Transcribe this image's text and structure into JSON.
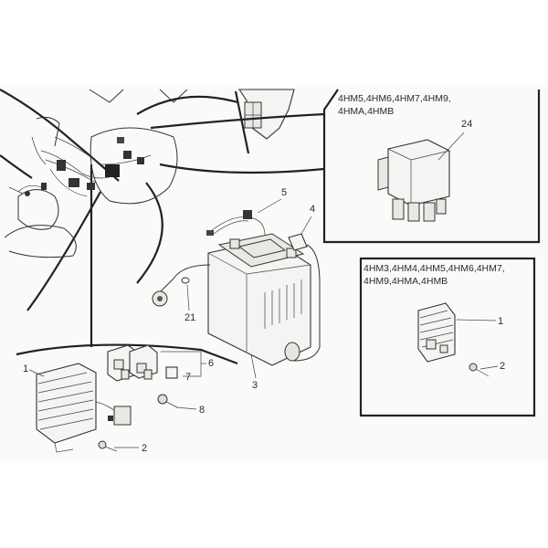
{
  "inset_top": {
    "variants_line1": "4HM5,4HM6,4HM7,4HM9,",
    "variants_line2": "4HMA,4HMB",
    "part_label": "24"
  },
  "inset_bottom": {
    "variants_line1": "4HM3,4HM4,4HM5,4HM6,4HM7,",
    "variants_line2": "4HM9,4HMA,4HMB",
    "labels": [
      "1",
      "2"
    ]
  },
  "main_labels": [
    "5",
    "4",
    "21",
    "3",
    "6",
    "7",
    "8",
    "1",
    "2"
  ]
}
